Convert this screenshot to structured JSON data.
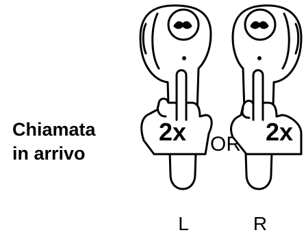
{
  "title": {
    "line1": "Chiamata",
    "line2": "in arrivo"
  },
  "gesture": {
    "left_badge": "2x",
    "right_badge": "2x",
    "separator": "OR"
  },
  "labels": {
    "left": "L",
    "right": "R"
  },
  "colors": {
    "stroke": "#000000",
    "background": "#ffffff"
  }
}
